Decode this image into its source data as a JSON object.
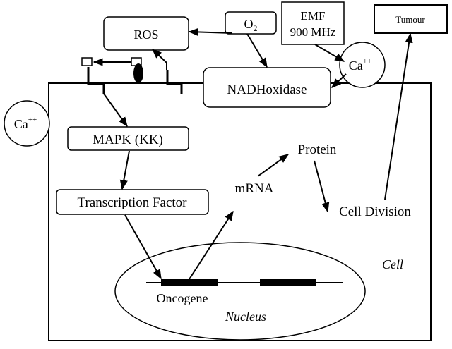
{
  "labels": {
    "ros": "ROS",
    "oxygen": "O",
    "oxygen_sub": "2",
    "emf_line1": "EMF",
    "emf_line2": "900 MHz",
    "tumour": "Tumour",
    "calcium_base": "Ca",
    "calcium_sup": "++",
    "nadh_oxidase": "NADHoxidase",
    "mapk": "MAPK (KK)",
    "transcription_factor": "Transcription Factor",
    "mrna": "mRNA",
    "protein": "Protein",
    "cell_division": "Cell Division",
    "cell": "Cell",
    "oncogene": "Oncogene",
    "nucleus": "Nucleus"
  }
}
